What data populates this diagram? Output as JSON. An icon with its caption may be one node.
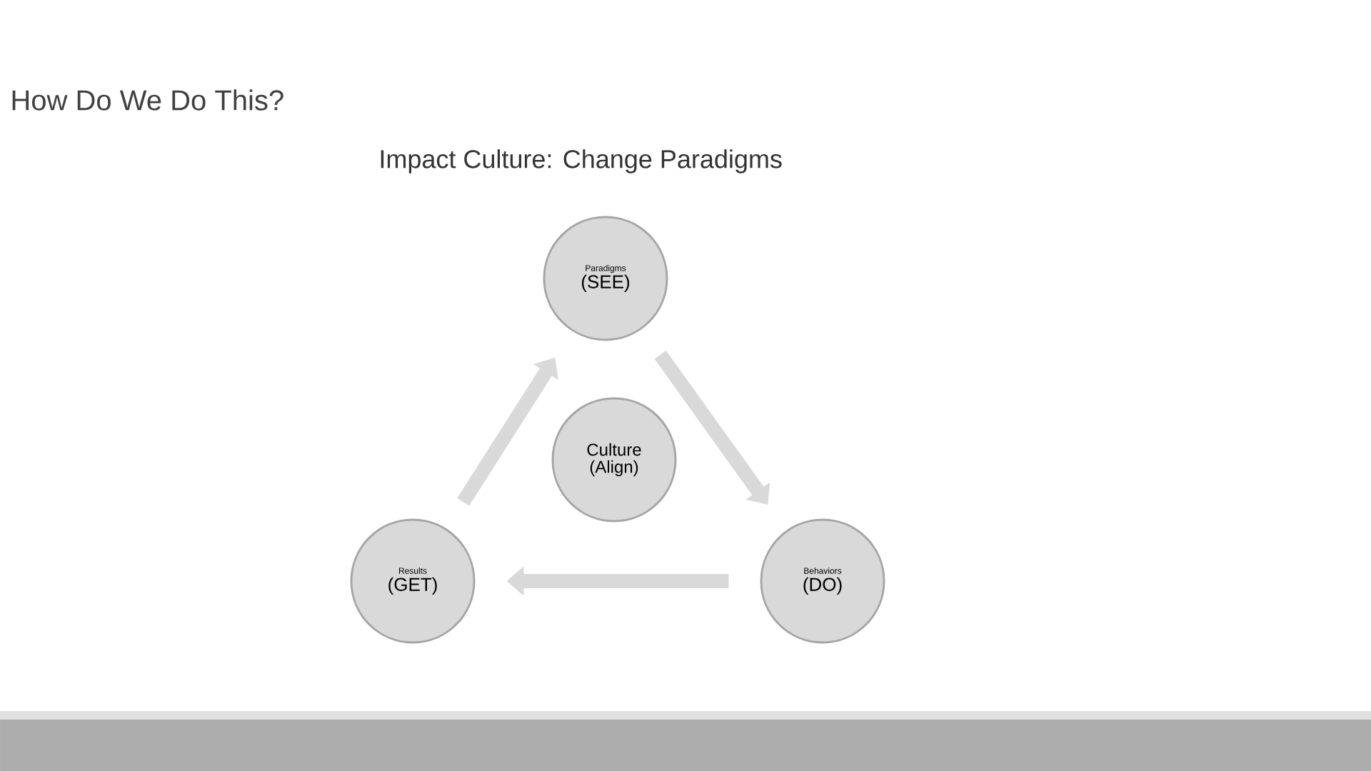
{
  "diagram": {
    "title": "How Do We Do This?",
    "nodes": [
      {
        "text": [
          "Paradigms",
          "(SEE)"
        ]
      },
      {
        "text": [
          "Culture",
          "(Align)"
        ]
      },
      {
        "text": [
          "Results",
          "(GET)"
        ]
      },
      {
        "text": [
          "Behaviors",
          "(DO)"
        ]
      }
    ],
    "edges": [
      {
        "from": 0,
        "to": 3,
        "arrow": "to"
      },
      {
        "from": 3,
        "to": 2,
        "arrow": "to"
      },
      {
        "from": 2,
        "to": 0,
        "arrow": "to"
      }
    ],
    "labels": [
      "Impact Culture: Change Paradigms"
    ]
  }
}
